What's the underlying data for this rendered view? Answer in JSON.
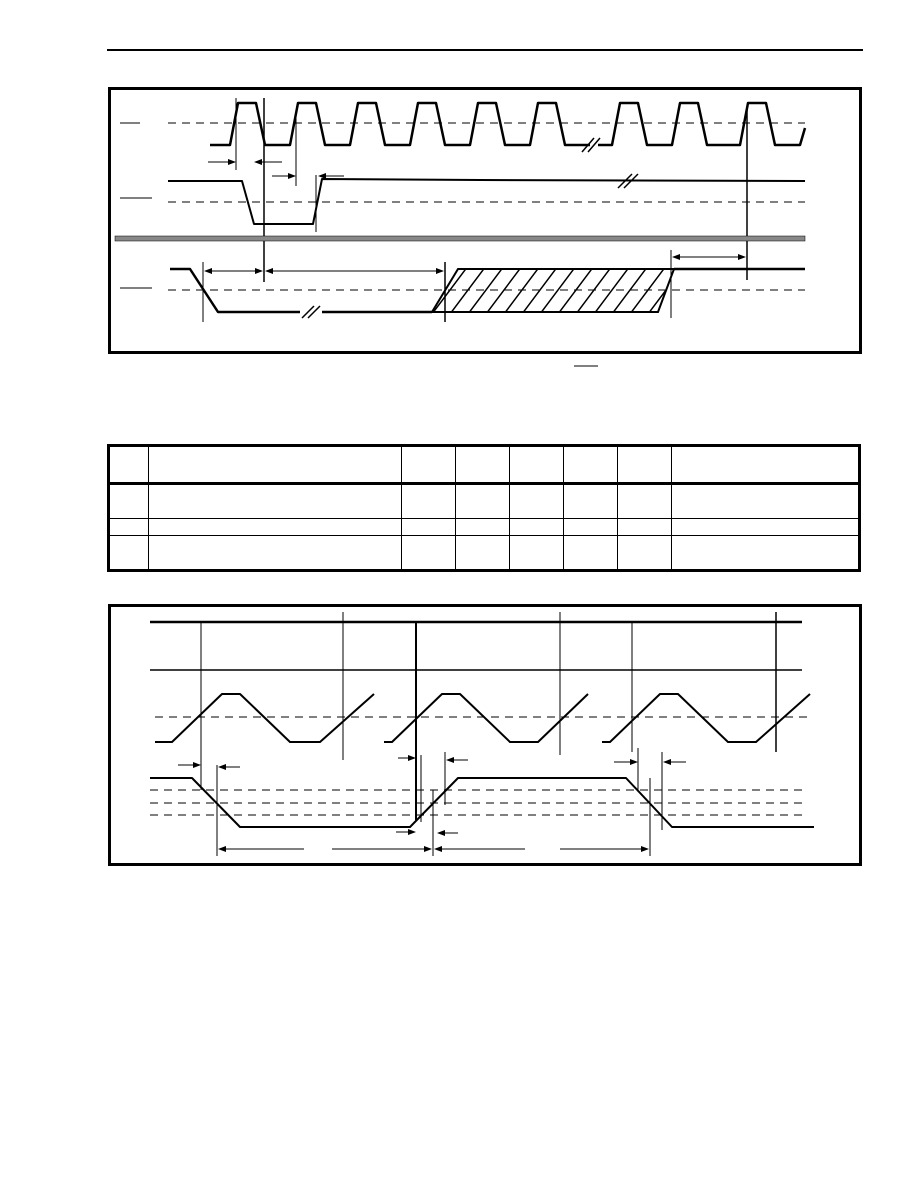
{
  "document": {
    "header_rule": "",
    "figure1": {
      "caption": "",
      "signals": [
        {
          "name": "",
          "kind": "clock"
        },
        {
          "name": "",
          "kind": "strobe"
        },
        {
          "name": "",
          "kind": "data"
        }
      ],
      "timing_labels": [],
      "break_marks": 4
    },
    "table": {
      "headers": [
        "",
        "",
        "",
        "",
        "",
        "",
        ""
      ],
      "rows": [
        [
          "",
          "",
          "",
          "",
          "",
          "",
          ""
        ],
        [
          "",
          "",
          "",
          "",
          "",
          "",
          ""
        ],
        [
          "",
          "",
          "",
          "",
          "",
          "",
          ""
        ]
      ]
    },
    "figure2": {
      "caption": "",
      "signals": [
        {
          "name": "",
          "kind": "reference-line"
        },
        {
          "name": "",
          "kind": "reference-line"
        },
        {
          "name": "",
          "kind": "clock"
        },
        {
          "name": "",
          "kind": "output"
        }
      ],
      "timing_labels": []
    },
    "colors": {
      "ink": "#000000",
      "divider_gray": "#888888",
      "background": "#ffffff"
    }
  }
}
